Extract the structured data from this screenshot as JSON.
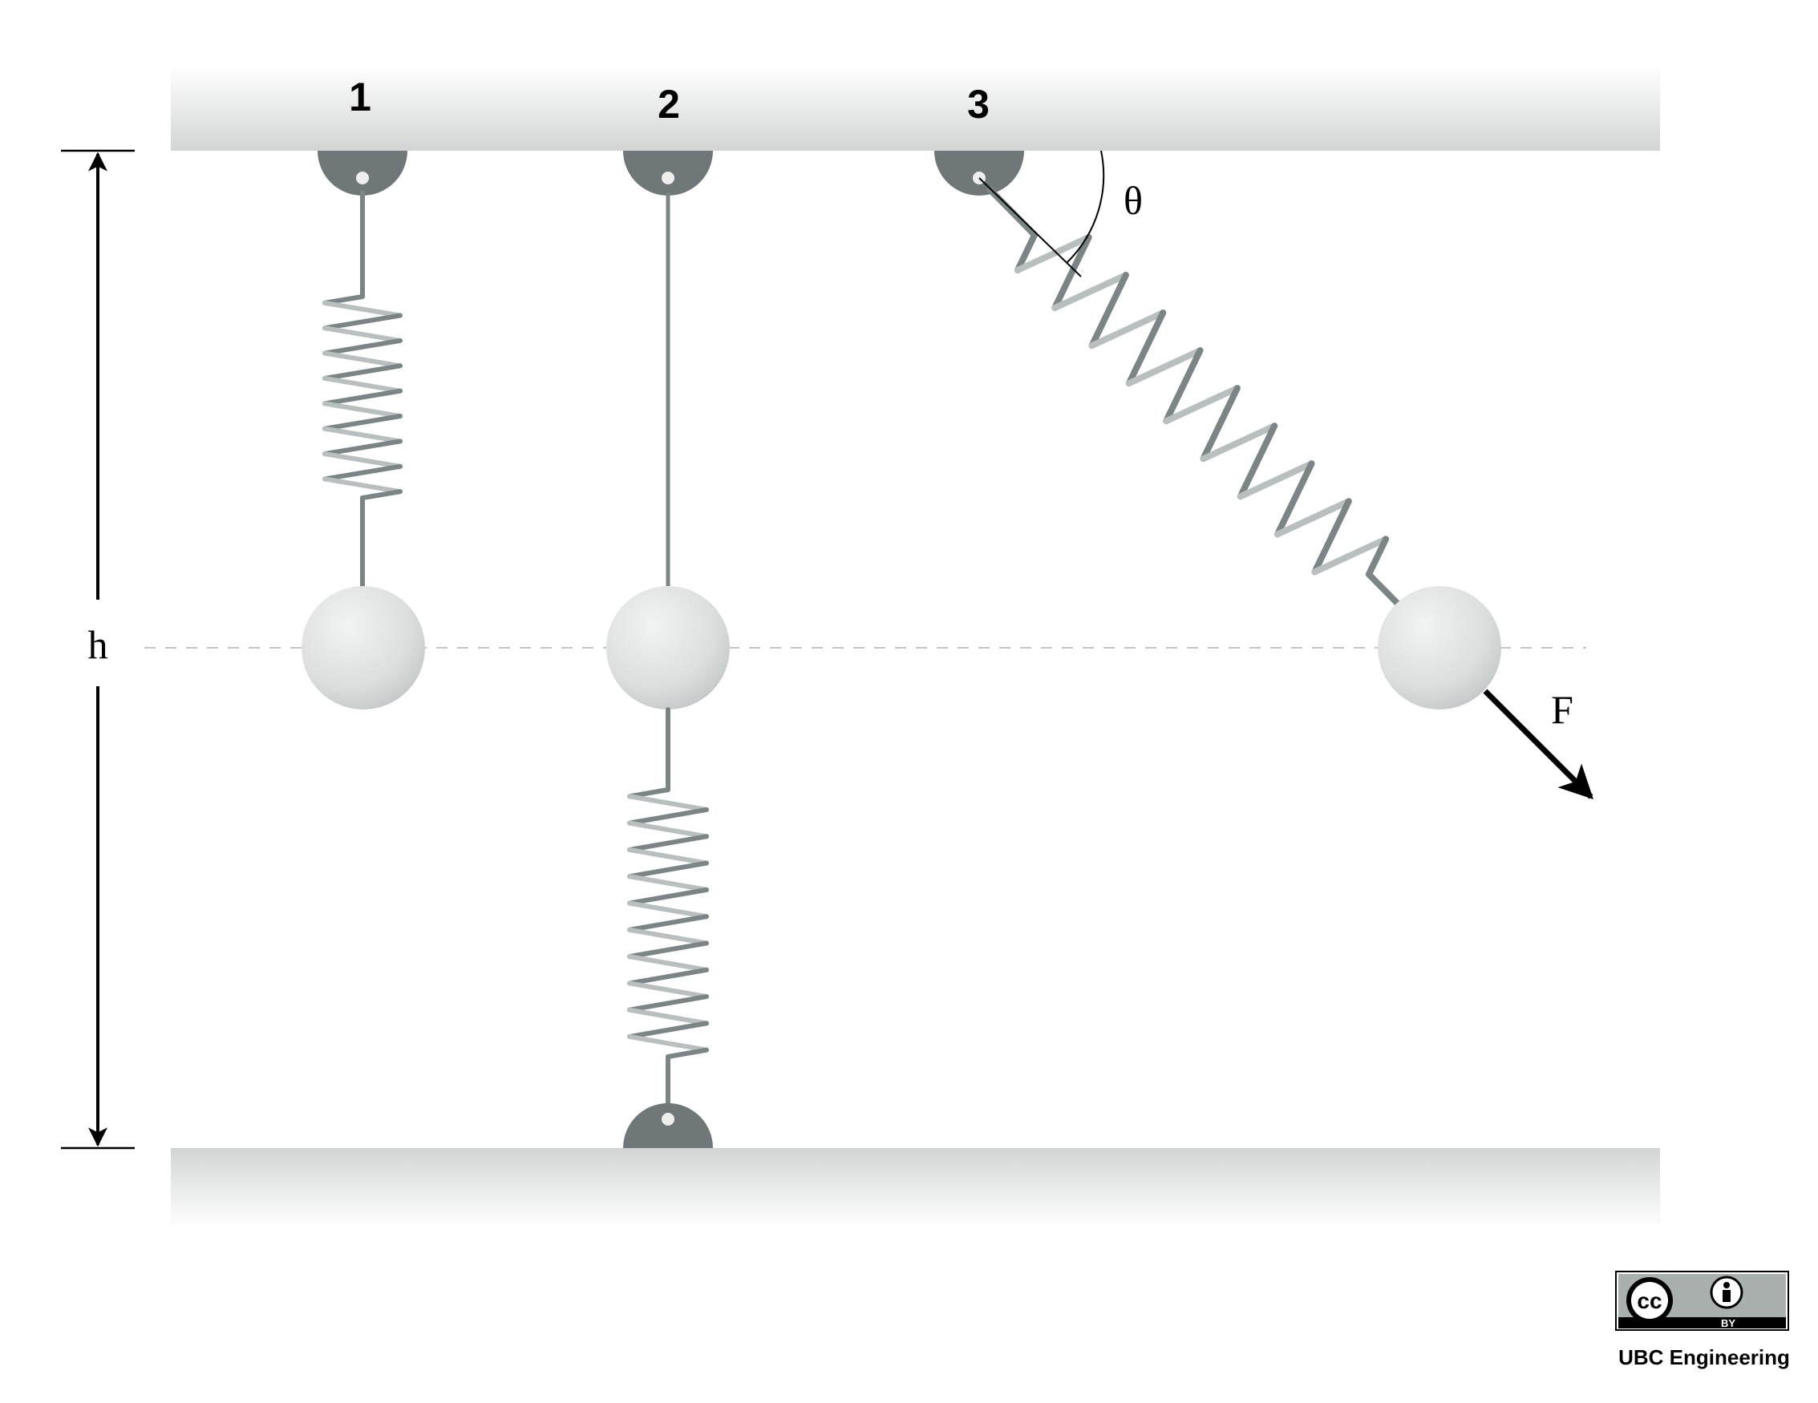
{
  "labels": {
    "setup_1": "1",
    "setup_2": "2",
    "setup_3": "3",
    "height": "h",
    "angle": "θ",
    "force": "F"
  },
  "license": {
    "badge_cc": "cc",
    "badge_by": "BY",
    "credit": "UBC Engineering"
  },
  "colors": {
    "surface": "#d3d5d5",
    "anchor": "#6f7778",
    "spring_dark": "#7c8586",
    "spring_light": "#b9bfbf",
    "ball": "#dcdede",
    "badge": "#aab0ad"
  }
}
